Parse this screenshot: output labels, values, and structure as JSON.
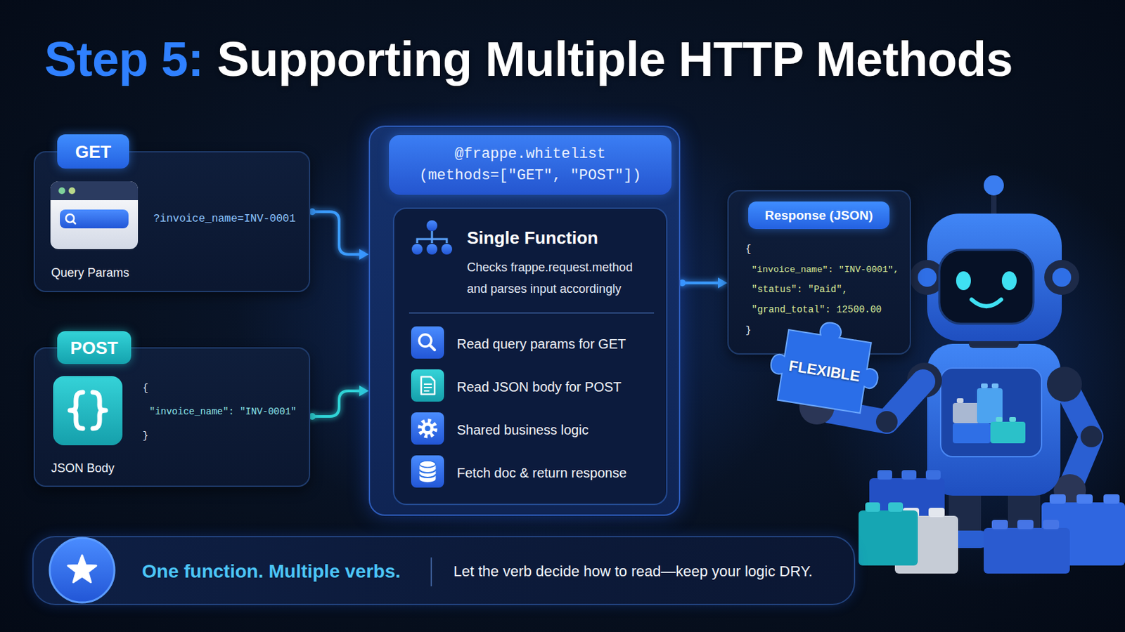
{
  "diagram": {
    "title": "Supporting Multiple HTTP Methods",
    "nodes": [
      {
        "text": [
          "?invoice_name=INV-0001",
          "Query Params"
        ]
      },
      {
        "text": [
          "GET"
        ],
        "in": 0
      },
      {
        "text": [
          "{",
          "\"invoice_name\": \"INV-0001\"",
          "}",
          "JSON Body"
        ]
      },
      {
        "text": [
          "POST"
        ],
        "in": 2
      },
      {
        "text": [
          "@frappe.whitelist (methods=[\"GET\", \"POST\"])"
        ]
      },
      {
        "text": [
          "Single Function",
          "Checks frappe.request.method and parses input accordingly",
          "Read query params for GET",
          "Read JSON body for POST",
          "Shared business logic",
          "Fetch doc & return response"
        ],
        "in": 4
      },
      {
        "text": [
          "{",
          "\"invoice_name\": \"INV-0001\",",
          "\"status\": \"Paid\",",
          "\"grand_total\": 12500.00",
          "}"
        ]
      },
      {
        "text": [
          "Response (JSON)"
        ],
        "in": 6
      },
      {
        "text": [
          "FLEXIBLE"
        ]
      },
      {
        "text": [
          "One function. Multiple verbs.",
          "Let the verb decide how to read—keep your logic DRY."
        ]
      }
    ],
    "edges": [
      {
        "from": 0,
        "to": 4,
        "arrow": "to"
      },
      {
        "from": 2,
        "to": 4,
        "arrow": "to"
      },
      {
        "from": 4,
        "to": 6,
        "arrow": "to"
      }
    ],
    "labels": [
      "Step 5:"
    ]
  }
}
